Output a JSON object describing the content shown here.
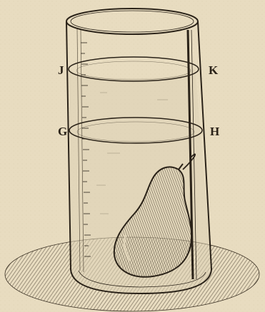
{
  "labels": {
    "j": "J",
    "k": "K",
    "g": "G",
    "h": "H"
  },
  "colors": {
    "paper": "#e8dcc0",
    "ink": "#2a2218",
    "water": "#d9cdb0",
    "shadow": "#6b5e4a"
  }
}
